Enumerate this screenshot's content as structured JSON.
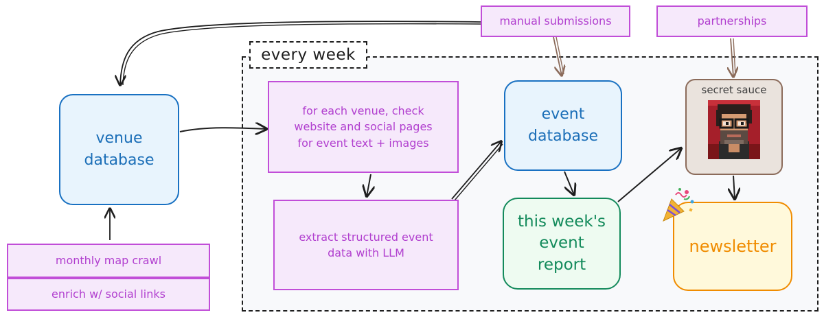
{
  "frame": {
    "label": "every week"
  },
  "nodes": {
    "manual_submissions": "manual submissions",
    "partnerships": "partnerships",
    "venue_database": [
      "venue",
      "database"
    ],
    "check_sites": [
      "for each venue, check",
      "website and social pages",
      "for event text + images"
    ],
    "extract_llm": [
      "extract structured event",
      "data with LLM"
    ],
    "event_database": [
      "event",
      "database"
    ],
    "weekly_report": [
      "this week's",
      "event",
      "report"
    ],
    "secret_sauce": "secret sauce",
    "newsletter": "newsletter",
    "monthly_crawl": "monthly map crawl",
    "enrich_links": "enrich w/ social links"
  },
  "colors": {
    "purple_border": "#c14ed8",
    "purple_fill": "#f6e9fb",
    "blue_border": "#1971c2",
    "blue_fill": "#e8f4fd",
    "green_border": "#138a5b",
    "orange_border": "#f08c00",
    "brown_border": "#8b6b5a",
    "arrow": "#1e1e1e",
    "brown_arrow": "#8b6b5a"
  },
  "icons": {
    "avatar": "pixel-art-portrait-icon",
    "confetti": "party-popper-icon"
  }
}
